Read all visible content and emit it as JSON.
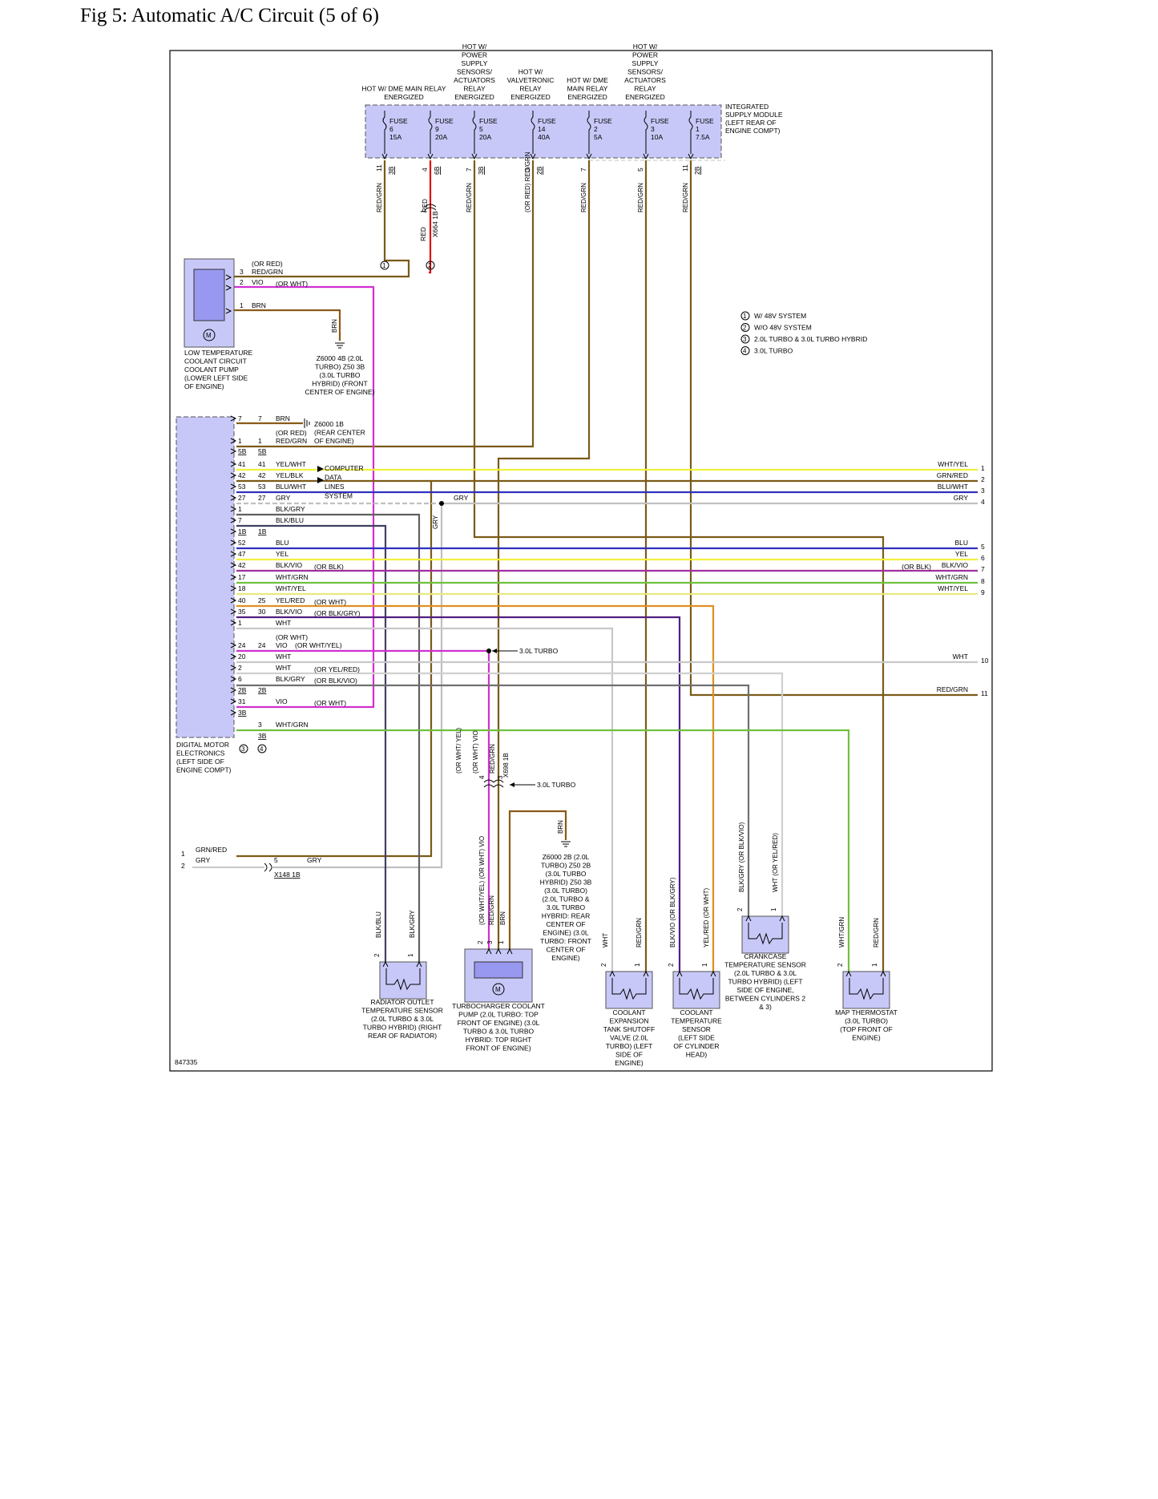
{
  "title": "Fig 5: Automatic A/C Circuit (5 of 6)",
  "diagram_id": "847335",
  "colors": {
    "module_fill": "#c8c8f8",
    "wire_red_grn": "#7a5a18",
    "wire_red": "#e01010",
    "wire_vio": "#d030d0",
    "wire_brn": "#8a5a18",
    "wire_grn_red": "#7a5a18",
    "wire_yel": "#f0f040",
    "wire_blu": "#3030c0",
    "wire_wht": "#c8c8c8",
    "wire_gry": "#909090",
    "wire_blk_blu": "#404060",
    "wire_blk_gry": "#606060",
    "wire_blk_vio": "#502080",
    "wire_wht_grn": "#70c040",
    "wire_wht_yel": "#e8e880",
    "wire_yel_red": "#e09020",
    "wire_yel_blk": "#c0c040"
  },
  "supply_labels": [
    "HOT W/ DME MAIN RELAY ENERGIZED",
    "HOT W/ POWER SUPPLY SENSORS/ ACTUATORS RELAY ENERGIZED",
    "HOT W/ VALVETRONIC RELAY ENERGIZED",
    "HOT W/ DME MAIN RELAY ENERGIZED",
    "HOT W/ POWER SUPPLY SENSORS/ ACTUATORS RELAY ENERGIZED"
  ],
  "fuses": [
    {
      "label": "FUSE",
      "num": "6",
      "amp": "15A",
      "pin": "11",
      "conn": "3B",
      "wire": "RED/GRN"
    },
    {
      "label": "FUSE",
      "num": "9",
      "amp": "20A",
      "pin": "4",
      "conn": "6B",
      "wire": "RED"
    },
    {
      "label": "FUSE",
      "num": "5",
      "amp": "20A",
      "pin": "7",
      "conn": "3B",
      "wire": "RED/GRN"
    },
    {
      "label": "FUSE",
      "num": "14",
      "amp": "40A",
      "pin": "3",
      "conn": "2B",
      "wire": "(OR RED) RED/GRN"
    },
    {
      "label": "FUSE",
      "num": "2",
      "amp": "5A",
      "pin": "7",
      "conn": "",
      "wire": "RED/GRN"
    },
    {
      "label": "FUSE",
      "num": "3",
      "amp": "10A",
      "pin": "5",
      "conn": "",
      "wire": "RED/GRN"
    },
    {
      "label": "FUSE",
      "num": "1",
      "amp": "7.5A",
      "pin": "11",
      "conn": "2B",
      "wire": "RED/GRN"
    }
  ],
  "ism_label": "INTEGRATED SUPPLY MODULE (LEFT REAR OF ENGINE COMPT)",
  "x664": {
    "pin_top": "1",
    "label": "X664 1B",
    "wire": "RED"
  },
  "legend": [
    {
      "n": "1",
      "text": "W/ 48V SYSTEM"
    },
    {
      "n": "2",
      "text": "W/O 48V SYSTEM"
    },
    {
      "n": "3",
      "text": "2.0L TURBO & 3.0L TURBO HYBRID"
    },
    {
      "n": "4",
      "text": "3.0L TURBO"
    }
  ],
  "pump_low": {
    "label": "LOW TEMPERATURE COOLANT CIRCUIT COOLANT PUMP (LOWER LEFT SIDE OF ENGINE)",
    "pins": [
      {
        "pin": "3",
        "wire": "RED/GRN",
        "alt": "(OR RED)"
      },
      {
        "pin": "2",
        "wire": "VIO",
        "alt": "(OR WHT)"
      },
      {
        "pin": "1",
        "wire": "BRN",
        "alt": ""
      }
    ]
  },
  "ground_z6000_4b": {
    "wire": "BRN",
    "label": "Z6000 4B (2.0L TURBO) Z50 3B (3.0L TURBO HYBRID) (FRONT CENTER OF ENGINE)"
  },
  "dme": {
    "label": "DIGITAL MOTOR ELECTRONICS (LEFT SIDE OF ENGINE COMPT)",
    "rows": [
      {
        "a": "7",
        "b": "7",
        "wire": "BRN",
        "alt": ""
      },
      {
        "a": "1",
        "b": "1",
        "wire": "RED/GRN",
        "alt": "(OR RED)"
      },
      {
        "a": "5B",
        "b": "5B",
        "wire": "",
        "alt": ""
      },
      {
        "a": "41",
        "b": "41",
        "wire": "YEL/WHT",
        "alt": ""
      },
      {
        "a": "42",
        "b": "42",
        "wire": "YEL/BLK",
        "alt": ""
      },
      {
        "a": "53",
        "b": "53",
        "wire": "BLU/WHT",
        "alt": ""
      },
      {
        "a": "27",
        "b": "27",
        "wire": "GRY",
        "alt": ""
      },
      {
        "a": "1",
        "b": "",
        "wire": "BLK/GRY",
        "alt": ""
      },
      {
        "a": "7",
        "b": "",
        "wire": "BLK/BLU",
        "alt": ""
      },
      {
        "a": "1B",
        "b": "1B",
        "wire": "",
        "alt": ""
      },
      {
        "a": "52",
        "b": "",
        "wire": "BLU",
        "alt": ""
      },
      {
        "a": "47",
        "b": "",
        "wire": "YEL",
        "alt": ""
      },
      {
        "a": "42",
        "b": "",
        "wire": "BLK/VIO",
        "alt": "(OR BLK)"
      },
      {
        "a": "17",
        "b": "",
        "wire": "WHT/GRN",
        "alt": ""
      },
      {
        "a": "18",
        "b": "",
        "wire": "WHT/YEL",
        "alt": ""
      },
      {
        "a": "40",
        "b": "25",
        "wire": "YEL/RED",
        "alt": "(OR WHT)"
      },
      {
        "a": "35",
        "b": "30",
        "wire": "BLK/VIO",
        "alt": "(OR BLK/GRY)"
      },
      {
        "a": "1",
        "b": "",
        "wire": "WHT",
        "alt": ""
      },
      {
        "a": "24",
        "b": "24",
        "wire": "VIO",
        "alt": "(OR WHT) (OR WHT/YEL)"
      },
      {
        "a": "20",
        "b": "",
        "wire": "WHT",
        "alt": ""
      },
      {
        "a": "2",
        "b": "",
        "wire": "WHT",
        "alt": "(OR YEL/RED)"
      },
      {
        "a": "6",
        "b": "",
        "wire": "BLK/GRY",
        "alt": "(OR BLK/VIO)"
      },
      {
        "a": "2B",
        "b": "2B",
        "wire": "",
        "alt": ""
      },
      {
        "a": "31",
        "b": "",
        "wire": "VIO",
        "alt": "(OR WHT)"
      },
      {
        "a": "3B",
        "b": "",
        "wire": "",
        "alt": ""
      },
      {
        "a": "",
        "b": "3",
        "wire": "WHT/GRN",
        "alt": ""
      },
      {
        "a": "",
        "b": "3B",
        "wire": "",
        "alt": ""
      }
    ]
  },
  "ground_z6000_1b": {
    "label": "Z6000 1B (REAR CENTER OF ENGINE)"
  },
  "cdl": {
    "label": "COMPUTER DATA LINES SYSTEM"
  },
  "gry_splice_label": "GRY",
  "right_wires": [
    {
      "wire": "WHT/YEL",
      "n": "1"
    },
    {
      "wire": "GRN/RED",
      "n": "2"
    },
    {
      "wire": "BLU/WHT",
      "n": "3"
    },
    {
      "wire": "GRY",
      "n": "4"
    },
    {
      "wire": "BLU",
      "n": "5"
    },
    {
      "wire": "YEL",
      "n": "6"
    },
    {
      "wire": "BLK/VIO",
      "alt": "(OR BLK)",
      "n": "7"
    },
    {
      "wire": "WHT/GRN",
      "n": "8"
    },
    {
      "wire": "WHT/YEL",
      "n": "9"
    },
    {
      "wire": "WHT",
      "n": "10"
    },
    {
      "wire": "RED/GRN",
      "n": "11"
    }
  ],
  "turbo_note": "3.0L TURBO",
  "x698": {
    "label": "X698 1B",
    "pins": [
      "4",
      "3"
    ],
    "wires": [
      "(OR WHT/ YEL)",
      "(OR WHT) VIO",
      "RED/GRN"
    ]
  },
  "x148": {
    "label": "X148 1B",
    "pin": "5",
    "wire": "GRY",
    "left": [
      {
        "n": "1",
        "wire": "GRN/RED"
      },
      {
        "n": "2",
        "wire": "GRY"
      }
    ]
  },
  "ground_z6000_2b": {
    "wire": "BRN",
    "label": "Z6000 2B (2.0L TURBO) Z50 2B (3.0L TURBO HYBRID) Z50 3B (3.0L TURBO) (2.0L TURBO & 3.0L TURBO HYBRID: REAR CENTER OF ENGINE) (3.0L TURBO: FRONT CENTER OF ENGINE)"
  },
  "sensors": [
    {
      "key": "rad",
      "label": "RADIATOR OUTLET TEMPERATURE SENSOR (2.0L TURBO & 3.0L TURBO HYBRID) (RIGHT REAR OF RADIATOR)",
      "wires": [
        "BLK/BLU",
        "BLK/GRY"
      ],
      "pins": [
        "2",
        "1"
      ]
    },
    {
      "key": "tcp",
      "label": "TURBOCHARGER COOLANT PUMP (2.0L TURBO: TOP FRONT OF ENGINE) (3.0L TURBO & 3.0L TURBO HYBRID: TOP RIGHT FRONT OF ENGINE)",
      "wires": [
        "(OR WHT/YEL) (OR WHT) VIO",
        "RED/GRN",
        "BRN"
      ],
      "pins": [
        "2",
        "3",
        "1"
      ]
    },
    {
      "key": "cet",
      "label": "COOLANT EXPANSION TANK SHUTOFF VALVE (2.0L TURBO) (LEFT SIDE OF ENGINE)",
      "wires": [
        "WHT",
        "RED/GRN"
      ],
      "pins": [
        "2",
        "1"
      ]
    },
    {
      "key": "cts",
      "label": "COOLANT TEMPERATURE SENSOR (LEFT SIDE OF CYLINDER HEAD)",
      "wires": [
        "BLK/VIO (OR BLK/GRY)",
        "YEL/RED (OR WHT)"
      ],
      "pins": [
        "2",
        "1"
      ]
    },
    {
      "key": "cct",
      "label": "CRANKCASE TEMPERATURE SENSOR (2.0L TURBO & 3.0L TURBO HYBRID) (LEFT SIDE OF ENGINE, BETWEEN CYLINDERS 2 & 3)",
      "wires": [
        "BLK/GRY (OR BLK/VIO)",
        "WHT (OR YEL/RED)"
      ],
      "pins": [
        "2",
        "1"
      ]
    },
    {
      "key": "map",
      "label": "MAP THERMOSTAT (3.0L TURBO) (TOP FRONT OF ENGINE)",
      "wires": [
        "WHT/GRN",
        "RED/GRN"
      ],
      "pins": [
        "2",
        "1"
      ]
    }
  ]
}
